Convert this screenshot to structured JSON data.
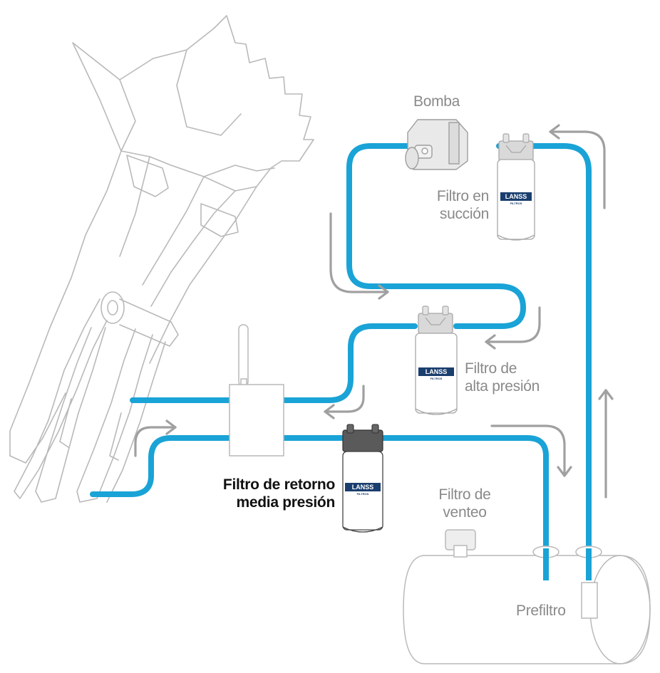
{
  "labels": {
    "pump": "Bomba",
    "suction_filter": [
      "Filtro en",
      "succión"
    ],
    "high_pressure_filter": [
      "Filtro de",
      "alta presión"
    ],
    "return_filter": [
      "Filtro de retorno",
      "media presión"
    ],
    "vent_filter": [
      "Filtro de",
      "venteo"
    ],
    "prefilter": "Prefiltro"
  },
  "brand": {
    "name": "LANSS",
    "sub": "FILTROS"
  },
  "colors": {
    "pipe": "#1aa3d6",
    "arrow": "#a0a0a0",
    "outline": "#b8b8b8",
    "label": "#8a8a8a",
    "label_strong": "#111111",
    "logo_bg": "#1a3e6e"
  },
  "icons": [
    "excavator-arm-icon",
    "pump-icon",
    "filter-icon",
    "control-valve-icon",
    "tank-icon",
    "flow-arrow-icon"
  ]
}
